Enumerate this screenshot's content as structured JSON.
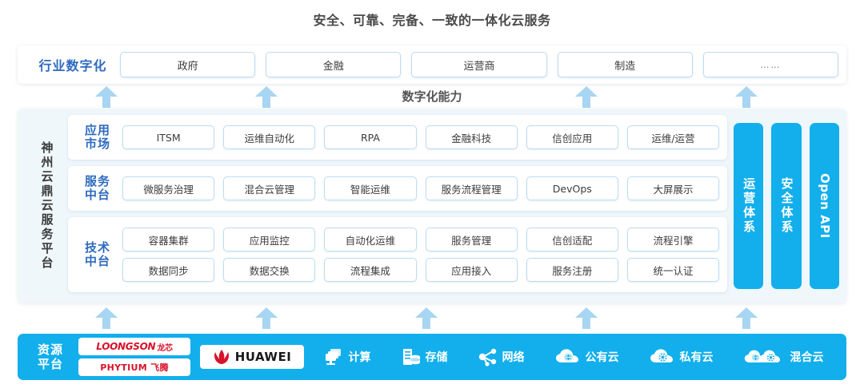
{
  "title": "安全、可靠、完备、一致的一体化云服务",
  "industry": {
    "label": "行业数字化",
    "cells": [
      "政府",
      "金融",
      "运营商",
      "制造",
      "……"
    ]
  },
  "capability_label": "数字化能力",
  "platform": {
    "vertical_label": "神州云鼎云服务平台",
    "tiers": [
      {
        "label_line1": "应用",
        "label_line2": "市场",
        "rows": [
          [
            "ITSM",
            "运维自动化",
            "RPA",
            "金融科技",
            "信创应用",
            "运维/运营"
          ]
        ]
      },
      {
        "label_line1": "服务",
        "label_line2": "中台",
        "rows": [
          [
            "微服务治理",
            "混合云管理",
            "智能运维",
            "服务流程管理",
            "DevOps",
            "大屏展示"
          ]
        ]
      },
      {
        "label_line1": "技术",
        "label_line2": "中台",
        "rows": [
          [
            "容器集群",
            "应用监控",
            "自动化运维",
            "服务管理",
            "信创适配",
            "流程引擎"
          ],
          [
            "数据同步",
            "数据交换",
            "流程集成",
            "应用接入",
            "服务注册",
            "统一认证"
          ]
        ]
      }
    ],
    "vertical_bars": [
      {
        "text": "运营体系",
        "latin": false
      },
      {
        "text": "安全体系",
        "latin": false
      },
      {
        "text": "Open API",
        "latin": true
      }
    ]
  },
  "resource": {
    "label_line1": "资源",
    "label_line2": "平台",
    "logos": [
      {
        "name": "loongson",
        "main": "LOONGSON",
        "suffix": "龙芯"
      },
      {
        "name": "phytium",
        "main": "PHYTIUM 飞腾",
        "suffix": ""
      }
    ],
    "huawei": {
      "name": "huawei",
      "text": "HUAWEI"
    },
    "items": [
      {
        "icon": "compute-icon",
        "label": "计算"
      },
      {
        "icon": "storage-icon",
        "label": "存储"
      },
      {
        "icon": "network-icon",
        "label": "网络"
      },
      {
        "icon": "public-cloud-icon",
        "label": "公有云"
      },
      {
        "icon": "private-cloud-icon",
        "label": "私有云"
      },
      {
        "icon": "hybrid-cloud-icon",
        "label": "混合云"
      }
    ]
  },
  "arrows": {
    "top_x": [
      119,
      319,
      719,
      919
    ],
    "bottom_x": [
      119,
      319,
      519,
      719,
      919
    ]
  },
  "colors": {
    "brand_blue": "#12afec",
    "arrow_blue": "#a8d5f2",
    "label_blue": "#2f6bbf",
    "panel_bg": "#eff7fb",
    "chip_border": "#bcdcf2",
    "title_gray": "#4a4a4a",
    "logo_red": "#d7132a"
  }
}
